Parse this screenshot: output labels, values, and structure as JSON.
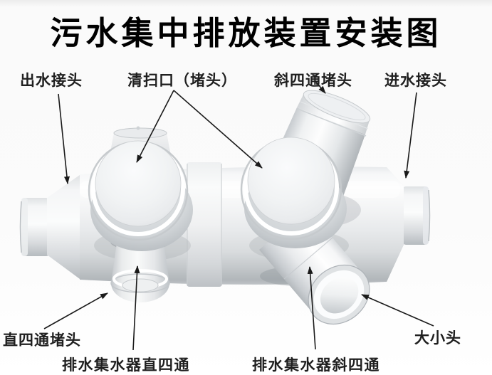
{
  "title": "污水集中排放装置安装图",
  "labels": {
    "outlet_connector": "出水接头",
    "cleanout_plug": "清扫口（堵头）",
    "oblique_fourway_plug": "斜四通堵头",
    "inlet_connector": "进水接头",
    "straight_fourway_plug": "直四通堵头",
    "drain_collector_straight_fourway": "排水集水器直四通",
    "drain_collector_oblique_fourway": "排水集水器斜四通",
    "reducer": "大小头"
  },
  "colors": {
    "background": "#fbfbfb",
    "label_text": "#1f1f1f",
    "title_text": "#000000",
    "arrow_line": "#1a1a1a",
    "pipe_highlight": "#fdfdfd",
    "pipe_mid": "#e8eaec",
    "pipe_shadow": "#b3b8bc"
  }
}
